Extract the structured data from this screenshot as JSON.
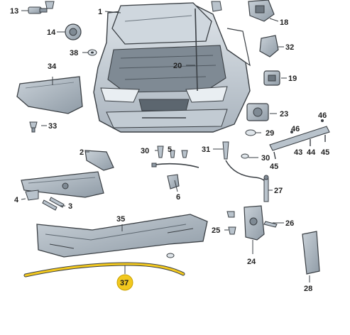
{
  "diagram": {
    "highlight_color": "#f2c81e",
    "part_fill": "#b9c3cc",
    "part_shade": "#8e9aa5",
    "outline": "#3a3f44",
    "callouts": {
      "c1": "1",
      "c2": "2",
      "c3": "3",
      "c4": "4",
      "c5": "5",
      "c6": "6",
      "c13": "13",
      "c14": "14",
      "c18": "18",
      "c19": "19",
      "c20": "20",
      "c23": "23",
      "c24": "24",
      "c25": "25",
      "c26": "26",
      "c27": "27",
      "c28": "28",
      "c29": "29",
      "c30a": "30",
      "c30b": "30",
      "c31": "31",
      "c32": "32",
      "c33": "33",
      "c34": "34",
      "c35": "35",
      "c37": "37",
      "c38": "38",
      "c43": "43",
      "c44": "44",
      "c45a": "45",
      "c45b": "45",
      "c46a": "46",
      "c46b": "46"
    }
  }
}
